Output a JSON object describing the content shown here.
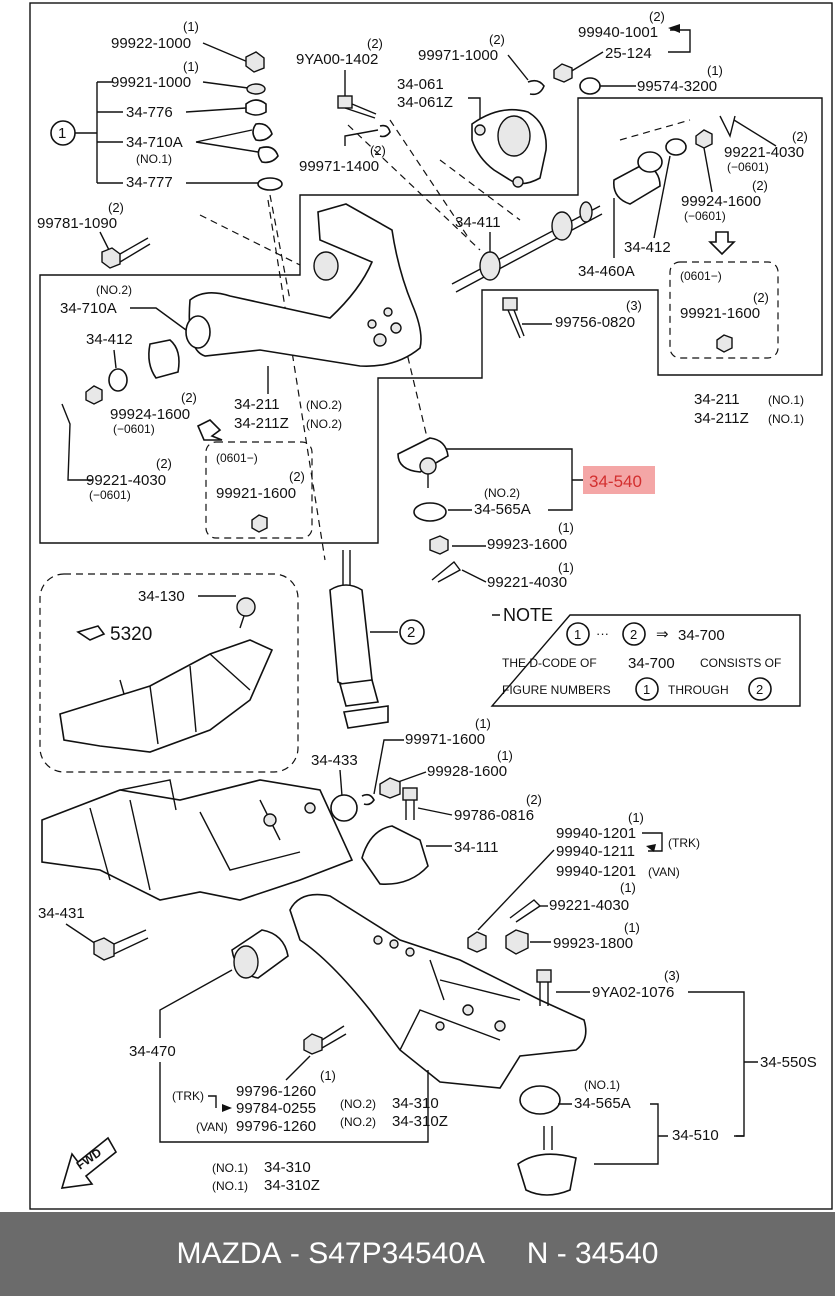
{
  "labels": {
    "p99922_1000": "99922-1000",
    "q99922_1000": "(1)",
    "p99921_1000": "99921-1000",
    "q99921_1000": "(1)",
    "p34_776": "34-776",
    "p34_710A_top": "34-710A",
    "n34_710A_top": "(NO.1)",
    "p34_777": "34-777",
    "circle1": "1",
    "p9YA00_1402": "9YA00-1402",
    "q9YA00_1402": "(2)",
    "p99971_1000": "99971-1000",
    "q99971_1000": "(2)",
    "p34_061": "34-061",
    "p34_061Z": "34-061Z",
    "p99971_1400": "99971-1400",
    "q99971_1400": "(2)",
    "p99940_1001": "99940-1001",
    "q99940_1001": "(2)",
    "p25_124": "25-124",
    "p99574_3200": "99574-3200",
    "q99574_3200": "(1)",
    "p99781_1090": "99781-1090",
    "q99781_1090": "(2)",
    "p34_411": "34-411",
    "p34_412_r": "34-412",
    "p34_460A": "34-460A",
    "p99221_4030_r": "99221-4030",
    "q99221_4030_r": "(2)",
    "c99221_4030_r": "(−0601)",
    "p99924_1600_r": "99924-1600",
    "q99924_1600_r": "(2)",
    "c99924_1600_r": "(−0601)",
    "c0601_r": "(0601−)",
    "p99921_1600_r": "99921-1600",
    "q99921_1600_r": "(2)",
    "n34_710A_l": "(NO.2)",
    "p34_710A_l": "34-710A",
    "p34_412_l": "34-412",
    "p99924_1600_l": "99924-1600",
    "q99924_1600_l": "(2)",
    "c99924_1600_l": "(−0601)",
    "p99221_4030_l": "99221-4030",
    "q99221_4030_l": "(2)",
    "c99221_4030_l": "(−0601)",
    "p34_211_l": "34-211",
    "p34_211Z_l": "34-211Z",
    "n34_211_l": "(NO.2)",
    "n34_211Z_l": "(NO.2)",
    "c0601_l": "(0601−)",
    "p99921_1600_l": "99921-1600",
    "q99921_1600_l": "(2)",
    "p99756_0820": "99756-0820",
    "q99756_0820": "(3)",
    "p34_211_r": "34-211",
    "p34_211Z_r": "34-211Z",
    "n34_211_r": "(NO.1)",
    "n34_211Z_r": "(NO.1)",
    "p34_540": "34-540",
    "n34_565A_top": "(NO.2)",
    "p34_565A_top": "34-565A",
    "p99923_1600": "99923-1600",
    "q99923_1600": "(1)",
    "p99221_4030_m": "99221-4030",
    "q99221_4030_m": "(1)",
    "p34_130": "34-130",
    "p5320": "5320",
    "circle2": "2",
    "note_title": "NOTE",
    "note_line1_mid": "···",
    "note_line1_arrow": "⇒",
    "note_line1_end": "34-700",
    "note_line2_a": "THE D-CODE OF",
    "note_line2_b": "34-700",
    "note_line2_c": "CONSISTS OF",
    "note_line3_a": "FIGURE NUMBERS",
    "note_line3_b": "THROUGH",
    "p34_433": "34-433",
    "p99971_1600": "99971-1600",
    "q99971_1600": "(1)",
    "p99928_1600": "99928-1600",
    "q99928_1600": "(1)",
    "p99786_0816": "99786-0816",
    "q99786_0816": "(2)",
    "p34_111": "34-111",
    "p99940_1201_trk": "99940-1201",
    "q99940_1201_trk": "(1)",
    "t_trk1": "(TRK)",
    "p99940_1211": "99940-1211",
    "p99940_1201_van": "99940-1201",
    "t_van1": "(VAN)",
    "p99221_4030_b": "99221-4030",
    "q99221_4030_b": "(1)",
    "p99923_1800": "99923-1800",
    "q99923_1800": "(1)",
    "p34_431": "34-431",
    "p9YA02_1076": "9YA02-1076",
    "q9YA02_1076": "(3)",
    "p34_550S": "34-550S",
    "p34_470": "34-470",
    "p99796_1260_a": "99796-1260",
    "q99796_1260_a": "(1)",
    "t_trk2": "(TRK)",
    "p99784_0255": "99784-0255",
    "p99796_1260_b": "99796-1260",
    "t_van2": "(VAN)",
    "n34_310": "(NO.2)",
    "p34_310": "34-310",
    "n34_310Z": "(NO.2)",
    "p34_310Z": "34-310Z",
    "n34_565A_b": "(NO.1)",
    "p34_565A_b": "34-565A",
    "p34_510": "34-510",
    "n34_310_b": "(NO.1)",
    "p34_310_b": "34-310",
    "n34_310Z_b": "(NO.1)",
    "p34_310Z_b": "34-310Z",
    "fwd": "FWD"
  },
  "highlight_color": "#f4a6a6",
  "footer": {
    "brand": "MAZDA",
    "sep": " - ",
    "part_number": "S47P34540A",
    "n_label": "N",
    "n_code": "34540"
  }
}
